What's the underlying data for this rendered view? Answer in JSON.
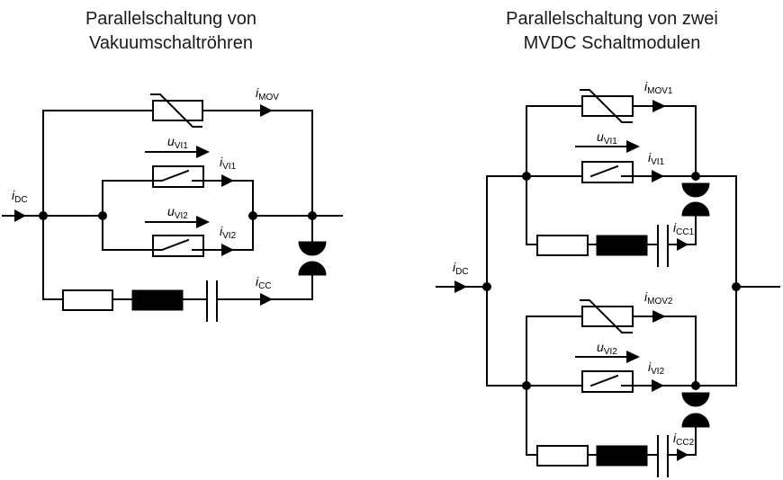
{
  "titles": {
    "left_line1": "Parallelschaltung von",
    "left_line2": "Vakuumschaltröhren",
    "right_line1": "Parallelschaltung von zwei",
    "right_line2": "MVDC Schaltmodulen"
  },
  "left_diagram": {
    "labels": {
      "i_dc": {
        "main": "i",
        "sub": "DC"
      },
      "i_mov": {
        "main": "i",
        "sub": "MOV"
      },
      "u_vi1": {
        "main": "u",
        "sub": "VI1"
      },
      "i_vi1": {
        "main": "i",
        "sub": "VI1"
      },
      "u_vi2": {
        "main": "u",
        "sub": "VI2"
      },
      "i_vi2": {
        "main": "i",
        "sub": "VI2"
      },
      "i_cc": {
        "main": "i",
        "sub": "CC"
      }
    },
    "components": [
      "varistor-mov",
      "vacuum-interrupter-1",
      "vacuum-interrupter-2",
      "resistor",
      "inductor",
      "capacitor",
      "spark-gap"
    ]
  },
  "right_diagram": {
    "labels": {
      "i_dc": {
        "main": "i",
        "sub": "DC"
      },
      "i_mov1": {
        "main": "i",
        "sub": "MOV1"
      },
      "u_vi1": {
        "main": "u",
        "sub": "VI1"
      },
      "i_vi1": {
        "main": "i",
        "sub": "VI1"
      },
      "i_cc1": {
        "main": "i",
        "sub": "CC1"
      },
      "i_mov2": {
        "main": "i",
        "sub": "MOV2"
      },
      "u_vi2": {
        "main": "u",
        "sub": "VI2"
      },
      "i_vi2": {
        "main": "i",
        "sub": "VI2"
      },
      "i_cc2": {
        "main": "i",
        "sub": "CC2"
      }
    },
    "modules": [
      "module-1",
      "module-2"
    ]
  }
}
